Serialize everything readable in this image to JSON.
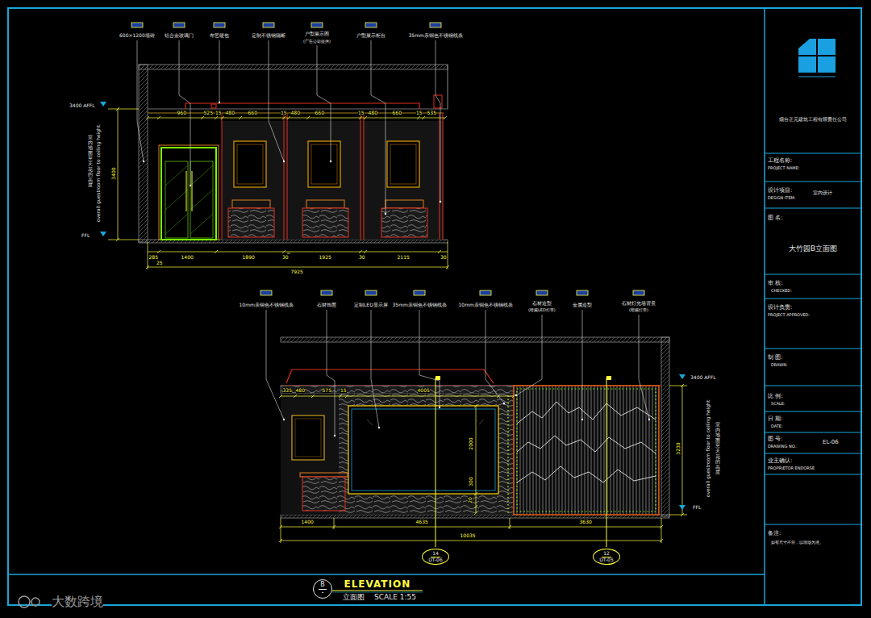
{
  "diagram": {
    "title": "大竹园B立面图",
    "nodes": [
      {
        "text": [
          "14",
          "DT-06"
        ]
      },
      {
        "text": [
          "12",
          "DT-05"
        ]
      },
      {
        "text": [
          "B",
          "-"
        ]
      }
    ],
    "labels": [
      "600×1200墙砖",
      "铝合金玻璃门",
      "布艺硬包",
      "定制不锈钢隔断",
      "户型展示图",
      "(广告公司提供)",
      "户型展示柜台",
      "35mm亲铜色不锈钢线条",
      "960",
      "525",
      "15",
      "480",
      "660",
      "15",
      "480",
      "660",
      "15",
      "480",
      "660",
      "15",
      "535",
      "3400 AFFL",
      "FFL",
      "3400",
      "室内地面至天花的高度",
      "overall guestroom floor to ceiling height",
      "285",
      "1400",
      "1890",
      "30",
      "1925",
      "30",
      "2115",
      "30",
      "25",
      "7925",
      "10mm亲铜色不锈钢线条",
      "石材饰面",
      "定制LED显示屏",
      "35mm亲铜色不锈钢线条",
      "10mm亲铜色不锈钢线条",
      "石材造型",
      "(暗藏LED灯带)",
      "金属造型",
      "石材灯光墙背景",
      "(暗藏灯带)",
      "335",
      "480",
      "575",
      "15",
      "4005",
      "2000",
      "300",
      "20",
      "3400 AFFL",
      "3230",
      "overall guestroom floor to ceiling height",
      "室内地面至天花的高度",
      "FFL",
      "1400",
      "4635",
      "3630",
      "10035",
      "ELEVATION",
      "立面图",
      "SCALE 1:55",
      "烟台正元建筑工程有限责任公司",
      "工程名称:",
      "PROJECT NAME:",
      "设计项目:",
      "DESIGN ITEM:",
      "室内设计",
      "图 名:",
      "审 核:",
      "CHECKED:",
      "设计负责:",
      "PROJECT APPROVED:",
      "制 图:",
      "DRAWN:",
      "比 例:",
      "SCALE:",
      "日 期:",
      "DATE:",
      "图 号:",
      "DRAWING NO.:",
      "EL-06",
      "业主确认:",
      "PROPRIETOR ENDORSE",
      "备注:",
      "如有尺寸不符，以现场为准。",
      "大数跨境"
    ]
  }
}
